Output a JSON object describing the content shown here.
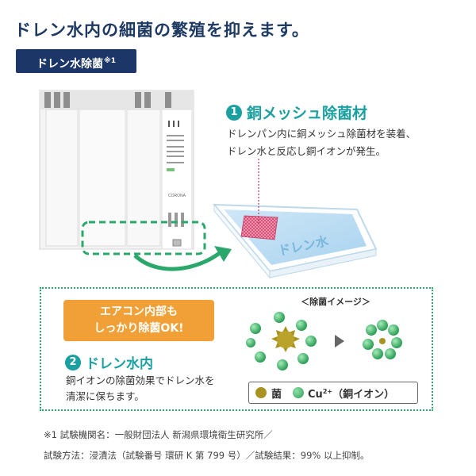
{
  "headline": "ドレン水内の細菌の繁殖を抑えます。",
  "badge": {
    "label": "ドレン水除菌",
    "note_mark": "※1"
  },
  "product": {
    "brand": "CORONA",
    "tray_label": "ドレン水"
  },
  "feature1": {
    "number": "1",
    "title": "銅メッシュ除菌材",
    "desc_line1": "ドレンパン内に銅メッシュ除菌材を装着、",
    "desc_line2": "ドレン水と反応し銅イオンが発生。"
  },
  "callout": {
    "line1": "エアコン内部も",
    "line2": "しっかり除菌OK!"
  },
  "feature2": {
    "number": "2",
    "title": "ドレン水内",
    "desc_line1": "銅イオンの除菌効果でドレン水を",
    "desc_line2": "清潔に保ちます。"
  },
  "image_label": "＜除菌イメージ＞",
  "legend": {
    "germ": "菌",
    "ion_symbol": "Cu",
    "ion_charge": "2+",
    "ion_label": "（銅イオン）"
  },
  "footnote1": "※1 試験機関名：一般財団法人 新潟県環境衛生研究所／",
  "footnote2": "試験方法：浸漬法（試験番号 環研 K 第 799 号）／試験結果：99% 以上抑制。",
  "colors": {
    "navy": "#1b3667",
    "teal": "#1aa0a0",
    "green": "#2aa86b",
    "orange": "#f0a036",
    "germ": "#a89220"
  }
}
